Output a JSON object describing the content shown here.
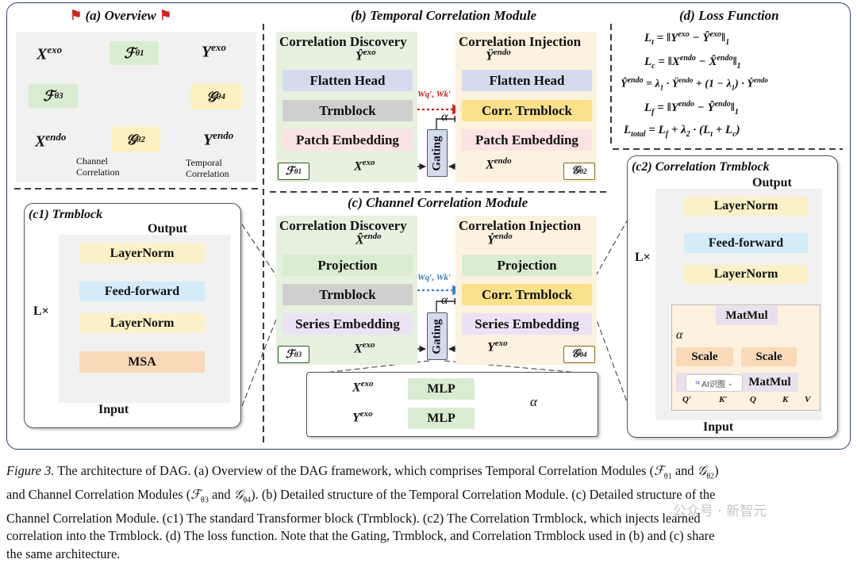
{
  "overview": {
    "title": "(a) Overview",
    "x_exo": "X",
    "x_exo_sup": "exo",
    "y_exo": "Y",
    "y_exo_sup": "exo",
    "x_endo": "X",
    "x_endo_sup": "endo",
    "y_endo": "Y",
    "y_endo_sup": "endo",
    "f1": "ℱ",
    "f1_sub": "θ1",
    "f3": "ℱ",
    "f3_sub": "θ3",
    "g2": "𝒢",
    "g2_sub": "θ2",
    "g4": "𝒢",
    "g4_sub": "θ4",
    "legend_channel_1": "Channel",
    "legend_channel_2": "Correlation",
    "legend_temporal_1": "Temporal",
    "legend_temporal_2": "Correlation"
  },
  "temporal": {
    "title": "(b) Temporal Correlation Module",
    "discovery": "Correlation Discovery",
    "injection": "Correlation Injection",
    "out_left": "Ŷ",
    "out_left_sup": "exo",
    "out_right": "Ÿ",
    "out_right_sup": "endo",
    "flatten_head": "Flatten Head",
    "trmblock": "Trmblock",
    "corr_trmblock": "Corr. Trmblock",
    "patch_embedding": "Patch Embedding",
    "wq": "Wq′, Wk′",
    "alpha": "α",
    "gating": "Gating",
    "in_left": "X",
    "in_left_sup": "exo",
    "in_right": "X",
    "in_right_sup": "endo",
    "f_tag": "ℱ",
    "f_tag_sub": "θ1",
    "g_tag": "𝒢",
    "g_tag_sub": "θ2"
  },
  "channel": {
    "title": "(c) Channel Correlation Module",
    "discovery": "Correlation Discovery",
    "injection": "Correlation Injection",
    "out_left": "X̂",
    "out_left_sup": "endo",
    "out_right": "Ẏ",
    "out_right_sup": "endo",
    "projection": "Projection",
    "trmblock": "Trmblock",
    "corr_trmblock": "Corr. Trmblock",
    "series_embedding": "Series Embedding",
    "wq": "Wq′, Wk′",
    "alpha": "α",
    "gating": "Gating",
    "in_left": "X",
    "in_left_sup": "exo",
    "in_right": "Y",
    "in_right_sup": "exo",
    "f_tag": "ℱ",
    "f_tag_sub": "θ3",
    "g_tag": "𝒢",
    "g_tag_sub": "θ4",
    "gate_x": "X",
    "gate_x_sup": "exo",
    "gate_y": "Y",
    "gate_y_sup": "exo",
    "mlp": "MLP",
    "gate_alpha": "α"
  },
  "c1": {
    "title": "(c1) Trmblock",
    "output": "Output",
    "input": "Input",
    "layernorm": "LayerNorm",
    "feed_forward": "Feed-forward",
    "msa": "MSA",
    "repeat": "L×"
  },
  "loss": {
    "title": "(d) Loss Function",
    "l_t": "L",
    "l_t_sub": "t",
    "l_t_rhs": "= ‖Y",
    "l_t_rhs_sup1": "exo",
    "l_t_rhs_mid": " − Ŷ",
    "l_t_rhs_sup2": "exo",
    "l_t_rhs_end": "‖",
    "l_t_norm_sub": "1",
    "l_c": "L",
    "l_c_sub": "c",
    "l_c_rhs": "= ‖X",
    "l_c_rhs_sup1": "endo",
    "l_c_rhs_mid": " − X̂",
    "l_c_rhs_sup2": "endo",
    "l_c_rhs_end": "‖",
    "l_c_norm_sub": "1",
    "y_hat": "Ŷ",
    "y_hat_sup": "endo",
    "y_hat_rhs_1": "= λ",
    "y_hat_rhs_1_sub": "1",
    "y_hat_rhs_2": " · Ÿ",
    "y_hat_rhs_2_sup": "endo",
    "y_hat_rhs_3": " + (1 − λ",
    "y_hat_rhs_3_sub": "1",
    "y_hat_rhs_4": ") · Ẏ",
    "y_hat_rhs_4_sup": "endo",
    "l_f": "L",
    "l_f_sub": "f",
    "l_f_rhs": "= ‖Y",
    "l_f_rhs_sup1": "endo",
    "l_f_rhs_mid": " − Ŷ",
    "l_f_rhs_sup2": "endo",
    "l_f_rhs_end": "‖",
    "l_f_norm_sub": "1",
    "l_total": "L",
    "l_total_sub": "total",
    "l_total_rhs_1": "= L",
    "l_total_rhs_1_sub": "f",
    "l_total_rhs_2": " + λ",
    "l_total_rhs_2_sub": "2",
    "l_total_rhs_3": " · (L",
    "l_total_rhs_3_sub": "t",
    "l_total_rhs_4": " + L",
    "l_total_rhs_4_sub": "c",
    "l_total_rhs_5": ")"
  },
  "c2": {
    "title": "(c2) Correlation Trmblock",
    "output": "Output",
    "input": "Input",
    "layernorm": "LayerNorm",
    "feed_forward": "Feed-forward",
    "matmul": "MatMul",
    "scale": "Scale",
    "repeat": "L×",
    "alpha": "α",
    "q_prime": "Q′",
    "k_prime": "K′",
    "q": "Q",
    "k": "K",
    "v": "V",
    "overlay_label": "AI识图",
    "overlay_letter": "M"
  },
  "caption": {
    "line1a": "Figure 3.",
    "line1b": " The architecture of DAG. (a) Overview of the DAG framework, which comprises Temporal Correlation Modules (",
    "f1": "ℱ",
    "f1_sub": "θ1",
    "and1": " and ",
    "g2": "𝒢",
    "g2_sub": "θ2",
    "line2a": ")",
    "line2b": "and Channel Correlation Modules (",
    "f3": "ℱ",
    "f3_sub": "θ3",
    "and2": " and ",
    "g4": "𝒢",
    "g4_sub": "θ4",
    "line2c": "). (b) Detailed structure of the Temporal Correlation Module. (c) Detailed structure of the",
    "line3": "Channel Correlation Module. (c1) The standard Transformer block (Trmblock). (c2) The Correlation Trmblock, which injects learned",
    "line4": "correlation into the Trmblock. (d) The loss function. Note that the Gating, Trmblock, and Correlation Trmblock used in (b) and (c) share",
    "line5": "the same architecture.",
    "watermark": "公众号 · 新智元"
  },
  "colors": {
    "green_bg": "#e6f1df",
    "orange_bg": "#fdf1df",
    "blue_box": "#d5dbee",
    "gray_box": "#cfcfcf",
    "pink_box": "#fbe3e3",
    "yellow_box": "#fde08a",
    "green_box": "#d9ecd0",
    "lav_box": "#ebe3f5",
    "lightblue_box": "#d3ecf8",
    "msa_box": "#f9d9b8",
    "ln_box": "#fbf1c8",
    "channel_arrow": "#3a7fc2",
    "temporal_arrow": "#d02020"
  }
}
